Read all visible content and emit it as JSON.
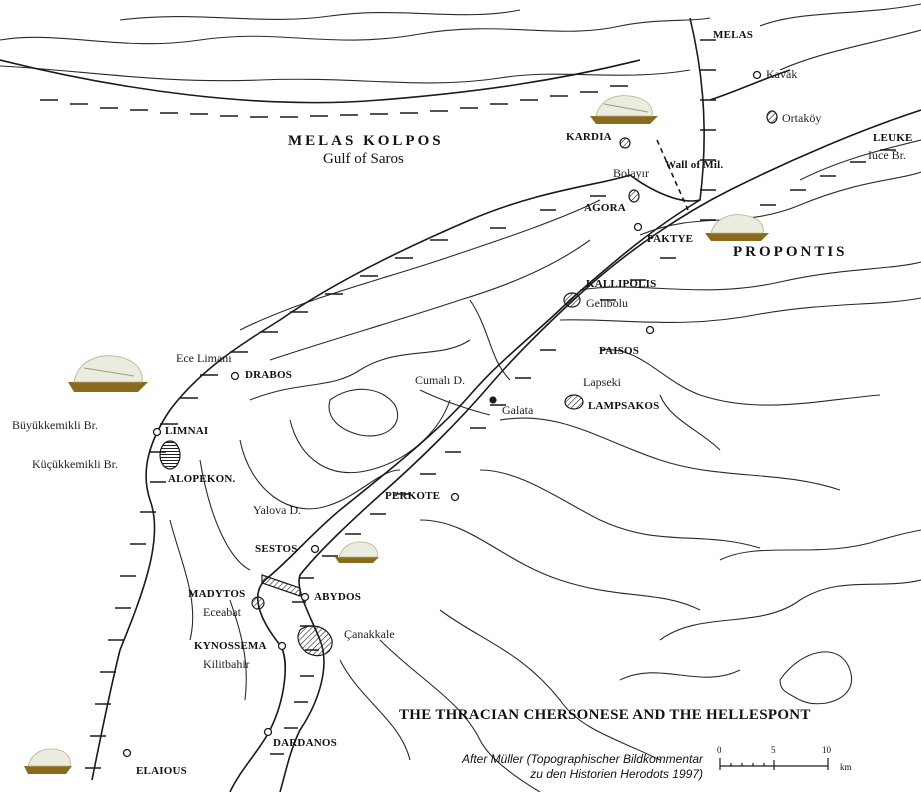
{
  "title": "THE THRACIAN CHERSONESE AND THE HELLESPONT",
  "credit": {
    "line1": "After Müller (Topographischer Bildkommentar",
    "line2": "zu den Historien Herodots   1997)"
  },
  "seas": {
    "melas_kolpos": "MELAS KOLPOS",
    "gulf_of_saros": "Gulf of Saros",
    "propontis": "PROPONTIS"
  },
  "ancient_places": {
    "melas": "MELAS",
    "kardia": "KARDIA",
    "wall": "Wall of Mil.",
    "leuke": "LEUKE",
    "agora": "AGORA",
    "paktye": "PAKTYE",
    "kallipolis": "KALLIPOLIS",
    "paisos": "PAISOS",
    "drabos": "DRABOS",
    "lampsakos": "LAMPSAKOS",
    "limnai": "LIMNAI",
    "alopekon": "ALOPEKON.",
    "perkote": "PERKOTE",
    "sestos": "SESTOS",
    "madytos": "MADYTOS",
    "abydos": "ABYDOS",
    "kynossema": "KYNOSSEMA",
    "dardanos": "DARDANOS",
    "elaious": "ELAIOUS"
  },
  "modern_places": {
    "kavak": "Kavak",
    "ortakoy": "Ortaköy",
    "ince": "Iuce Br.",
    "bolayir": "Bolayır",
    "gelibolu": "Gelibolu",
    "ece_limani": "Ece Limanı",
    "cumali": "Cumalı D.",
    "lapseki": "Lapseki",
    "galata": "Galata",
    "buyuk": "Büyükkemikli Br.",
    "kucuk": "Küçükkemikli Br.",
    "yalova": "Yalova D.",
    "eceabat": "Eceabat",
    "canakkale": "Çanakkale",
    "kilitbahir": "Kilitbahir"
  },
  "scale": {
    "ticks": [
      "0",
      "5",
      "10"
    ],
    "unit": "km"
  },
  "colors": {
    "ink": "#1a1a1a",
    "paper": "#ffffff",
    "ship_sail": "#e9ecdf",
    "ship_hull": "#8a6a1c"
  },
  "icons": {
    "ship": "trireme-ship-icon",
    "settlement": "open-circle-marker",
    "city": "hatched-city-marker"
  }
}
